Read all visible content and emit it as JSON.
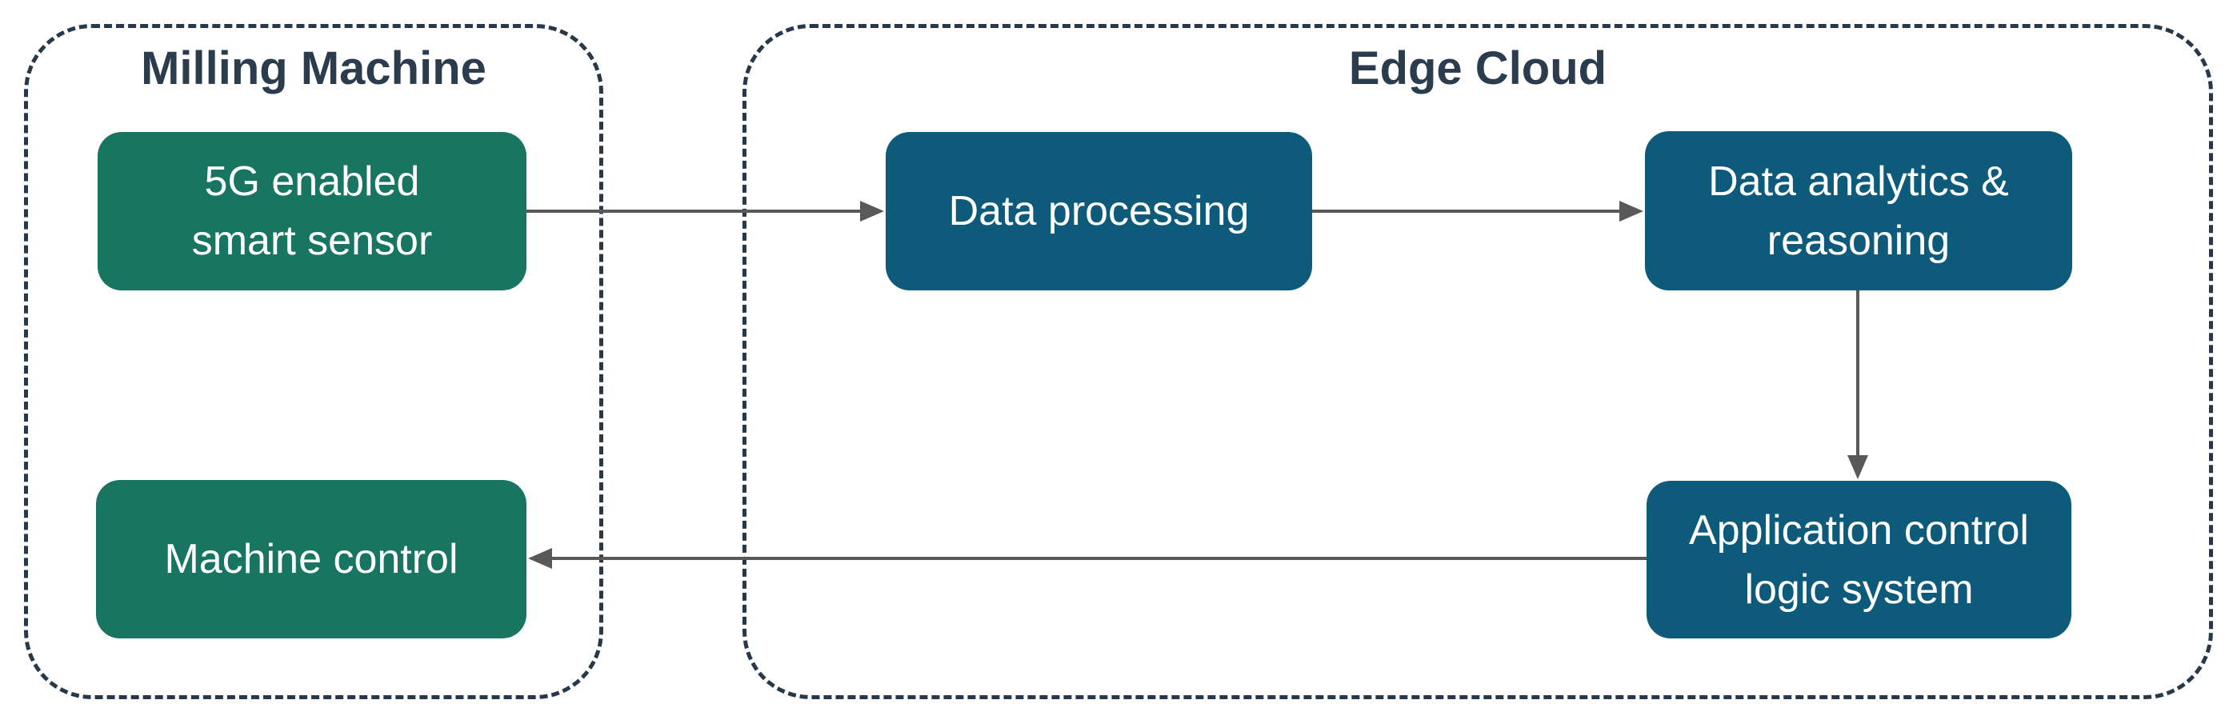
{
  "diagram": {
    "groups": [
      {
        "id": "milling-machine",
        "label": "Milling Machine"
      },
      {
        "id": "edge-cloud",
        "label": "Edge Cloud"
      }
    ],
    "nodes": [
      {
        "id": "5g-sensor",
        "group": "Milling Machine",
        "lines": [
          "5G enabled",
          "smart sensor"
        ]
      },
      {
        "id": "machine-control",
        "group": "Milling Machine",
        "lines": [
          "Machine control"
        ]
      },
      {
        "id": "data-processing",
        "group": "Edge Cloud",
        "lines": [
          "Data processing"
        ]
      },
      {
        "id": "data-analytics",
        "group": "Edge Cloud",
        "lines": [
          "Data analytics &",
          "reasoning"
        ]
      },
      {
        "id": "app-control-logic",
        "group": "Edge Cloud",
        "lines": [
          "Application control",
          "logic system"
        ]
      }
    ],
    "edges": [
      {
        "from": "5g-sensor",
        "to": "data-processing",
        "direction": "right"
      },
      {
        "from": "data-processing",
        "to": "data-analytics",
        "direction": "right"
      },
      {
        "from": "data-analytics",
        "to": "app-control-logic",
        "direction": "down"
      },
      {
        "from": "app-control-logic",
        "to": "machine-control",
        "direction": "left"
      }
    ],
    "colors": {
      "machine_node_fill": "#177561",
      "cloud_node_fill": "#0d5a7a",
      "node_text": "#ffffff",
      "group_border": "#26384a",
      "group_title_text": "#2b3c4e",
      "arrow": "#595959",
      "background": "#ffffff"
    }
  }
}
